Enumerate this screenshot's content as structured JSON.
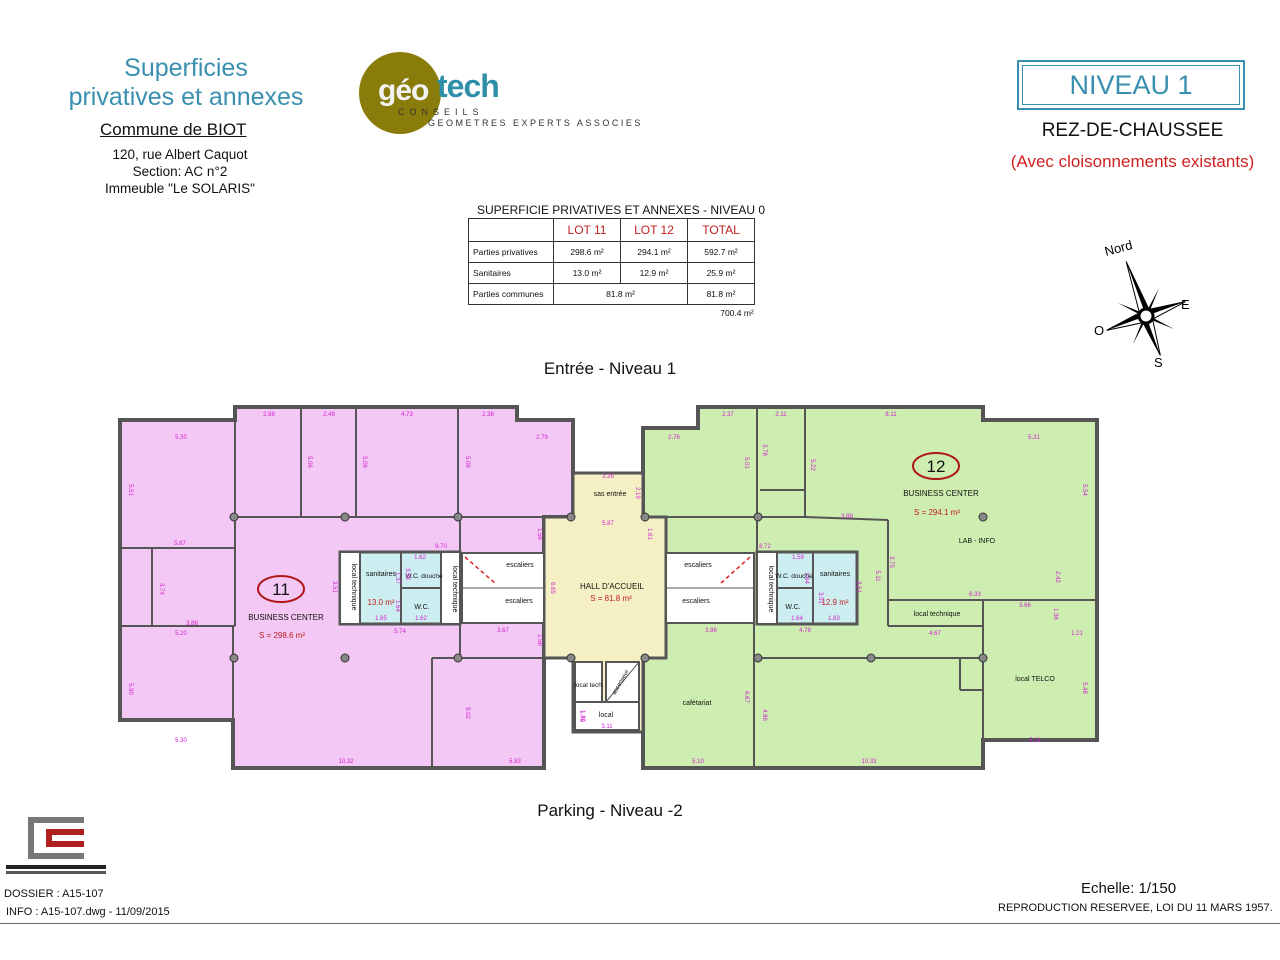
{
  "header": {
    "title_line1": "Superficies",
    "title_line2": "privatives et annexes",
    "commune": "Commune de BIOT",
    "address_lines": [
      "120, rue Albert Caquot",
      "Section: AC n°2",
      "Immeuble \"Le SOLARIS\""
    ]
  },
  "logo": {
    "geo": "géo",
    "tech": "tech",
    "conseils": "CONSEILS",
    "subtitle": "GEOMETRES EXPERTS ASSOCIES"
  },
  "level": {
    "niveau": "NIVEAU 1",
    "floor": "REZ-DE-CHAUSSEE",
    "note": "(Avec cloisonnements existants)"
  },
  "surface_table": {
    "title": "SUPERFICIE PRIVATIVES ET ANNEXES - NIVEAU 0",
    "headers": [
      "LOT 11",
      "LOT 12",
      "TOTAL"
    ],
    "rows": [
      {
        "label": "Parties privatives",
        "lot11": "298.6 m²",
        "lot12": "294.1 m²",
        "total": "592.7 m²"
      },
      {
        "label": "Sanitaires",
        "lot11": "13.0 m²",
        "lot12": "12.9 m²",
        "total": "25.9 m²"
      },
      {
        "label": "Parties communes",
        "shared": "81.8 m²",
        "total": "81.8 m²"
      }
    ],
    "grand_total": "700.4 m²"
  },
  "compass": {
    "north": "Nord",
    "east": "E",
    "south": "S",
    "west": "O"
  },
  "plan": {
    "entrance_label": "Entrée - Niveau 1",
    "parking_label": "Parking - Niveau -2",
    "colors": {
      "lot11": "#f4c8f4",
      "lot12": "#cdeeb0",
      "common": "#f4f0c4",
      "sanitary": "#cdeef0",
      "wall": "#555555",
      "dim": "#d020d0",
      "lot_label": "#c02020"
    },
    "lot11": {
      "number": "11",
      "name": "BUSINESS CENTER",
      "surface": "S = 298.6 m²"
    },
    "lot12": {
      "number": "12",
      "name": "BUSINESS CENTER",
      "surface": "S = 294.1 m²"
    },
    "hall": {
      "name": "HALL D'ACCUEIL",
      "surface": "S = 81.8 m²"
    },
    "rooms": {
      "sas": "sas entrée",
      "escaliers": "escaliers",
      "sanitaires": "sanitaires",
      "wc_douche": "W.C. douche",
      "wc": "W.C.",
      "local_technique": "local technique",
      "sani11_area": "13.0 m²",
      "sani12_area": "12.9 m²",
      "local_tech": "local tech.",
      "ascenseur": "ascenseur",
      "local": "local",
      "cafetariat": "cafétariat",
      "lab_info": "LAB - INFO",
      "local_telco": "local TELCO"
    },
    "dimensions_lot11": [
      "2.98",
      "2.49",
      "4.73",
      "2.38",
      "5.30",
      "5.06",
      "5.06",
      "5.06",
      "2.79",
      "5.51",
      "5.87",
      "9.70",
      "1.56",
      "3.74",
      "3.86",
      "5.20",
      "3.51",
      "1.62",
      "1.85",
      "5.74",
      "1.62",
      "3.67",
      "1.56",
      "5.90",
      "5.30",
      "10.32",
      "9.02",
      "5.83",
      "1.76",
      "1.37",
      "1.64",
      "3.58"
    ],
    "dimensions_lot12": [
      "2.37",
      "2.11",
      "8.11",
      "2.76",
      "5.01",
      "3.78",
      "5.22",
      "5.31",
      "5.54",
      "3.88",
      "1.61",
      "8.72",
      "1.59",
      "3.51",
      "1.64",
      "1.64",
      "1.83",
      "3.75",
      "5.11",
      "3.51",
      "6.33",
      "2.42",
      "3.66",
      "1.36",
      "1.21",
      "3.86",
      "4.78",
      "4.67",
      "6.67",
      "4.86",
      "5.48",
      "5.21",
      "5.10",
      "10.33"
    ],
    "dimensions_common": [
      "3.26",
      "2.19",
      "5.87",
      "6.65",
      "1.40",
      "3.11"
    ]
  },
  "footer": {
    "dossier": "DOSSIER : A15-107",
    "info": "INFO : A15-107.dwg - 11/09/2015",
    "echelle": "Echelle: 1/150",
    "reproduction": "REPRODUCTION RESERVEE, LOI DU 11 MARS 1957."
  }
}
